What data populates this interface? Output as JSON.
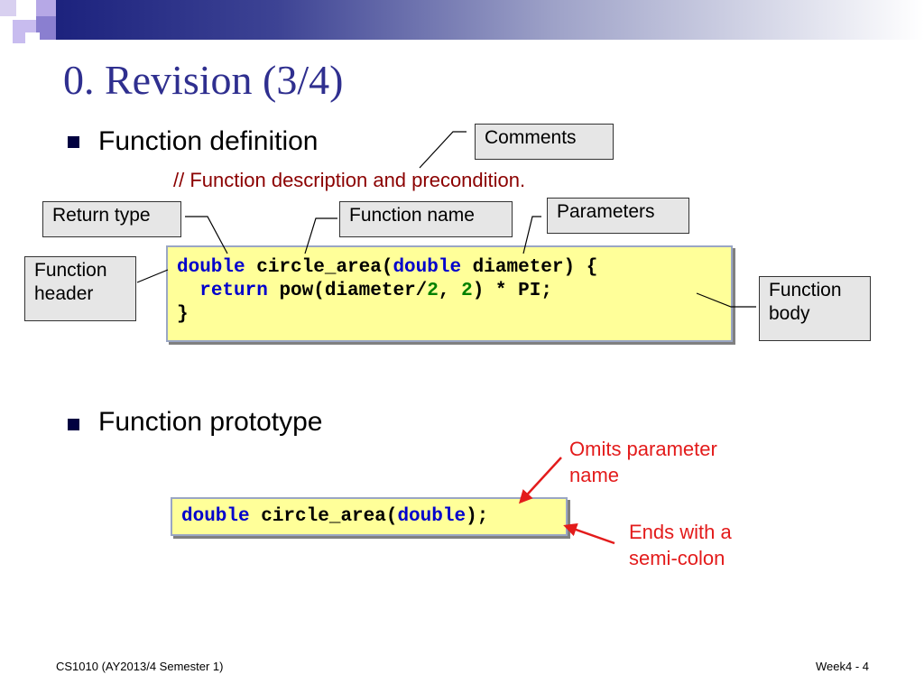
{
  "slide": {
    "title": "0. Revision (3/4)",
    "bullets": [
      "Function definition",
      "Function prototype"
    ],
    "comment_line": "// Function description and precondition."
  },
  "labels": {
    "comments": "Comments",
    "return_type": "Return type",
    "function_name": "Function name",
    "parameters": "Parameters",
    "function_header": [
      "Function",
      "header"
    ],
    "function_body": [
      "Function",
      "body"
    ]
  },
  "definition_code": {
    "l1_kw1": "double",
    "l1_a": " circle_area(",
    "l1_kw2": "double",
    "l1_b": " diameter) {",
    "l2_indent": "  ",
    "l2_kw": "return",
    "l2_a": " pow(diameter/",
    "l2_n1": "2",
    "l2_b": ", ",
    "l2_n2": "2",
    "l2_c": ") * PI;",
    "l3": "}"
  },
  "prototype_code": {
    "kw1": "double",
    "a": " circle_area(",
    "kw2": "double",
    "b": ");"
  },
  "notes": {
    "omits": [
      "Omits parameter",
      "name"
    ],
    "ends": [
      "Ends with a",
      "semi-colon"
    ]
  },
  "footer": {
    "left": "CS1010 (AY2013/4 Semester 1)",
    "right": "Week4 - 4"
  },
  "colors": {
    "title": "#2f2f8f",
    "keyword": "#0000cc",
    "number": "#008000",
    "comment": "#8b0000",
    "note": "#e31b1b",
    "code_bg": "#ffff99",
    "label_bg": "#e6e6e6"
  }
}
